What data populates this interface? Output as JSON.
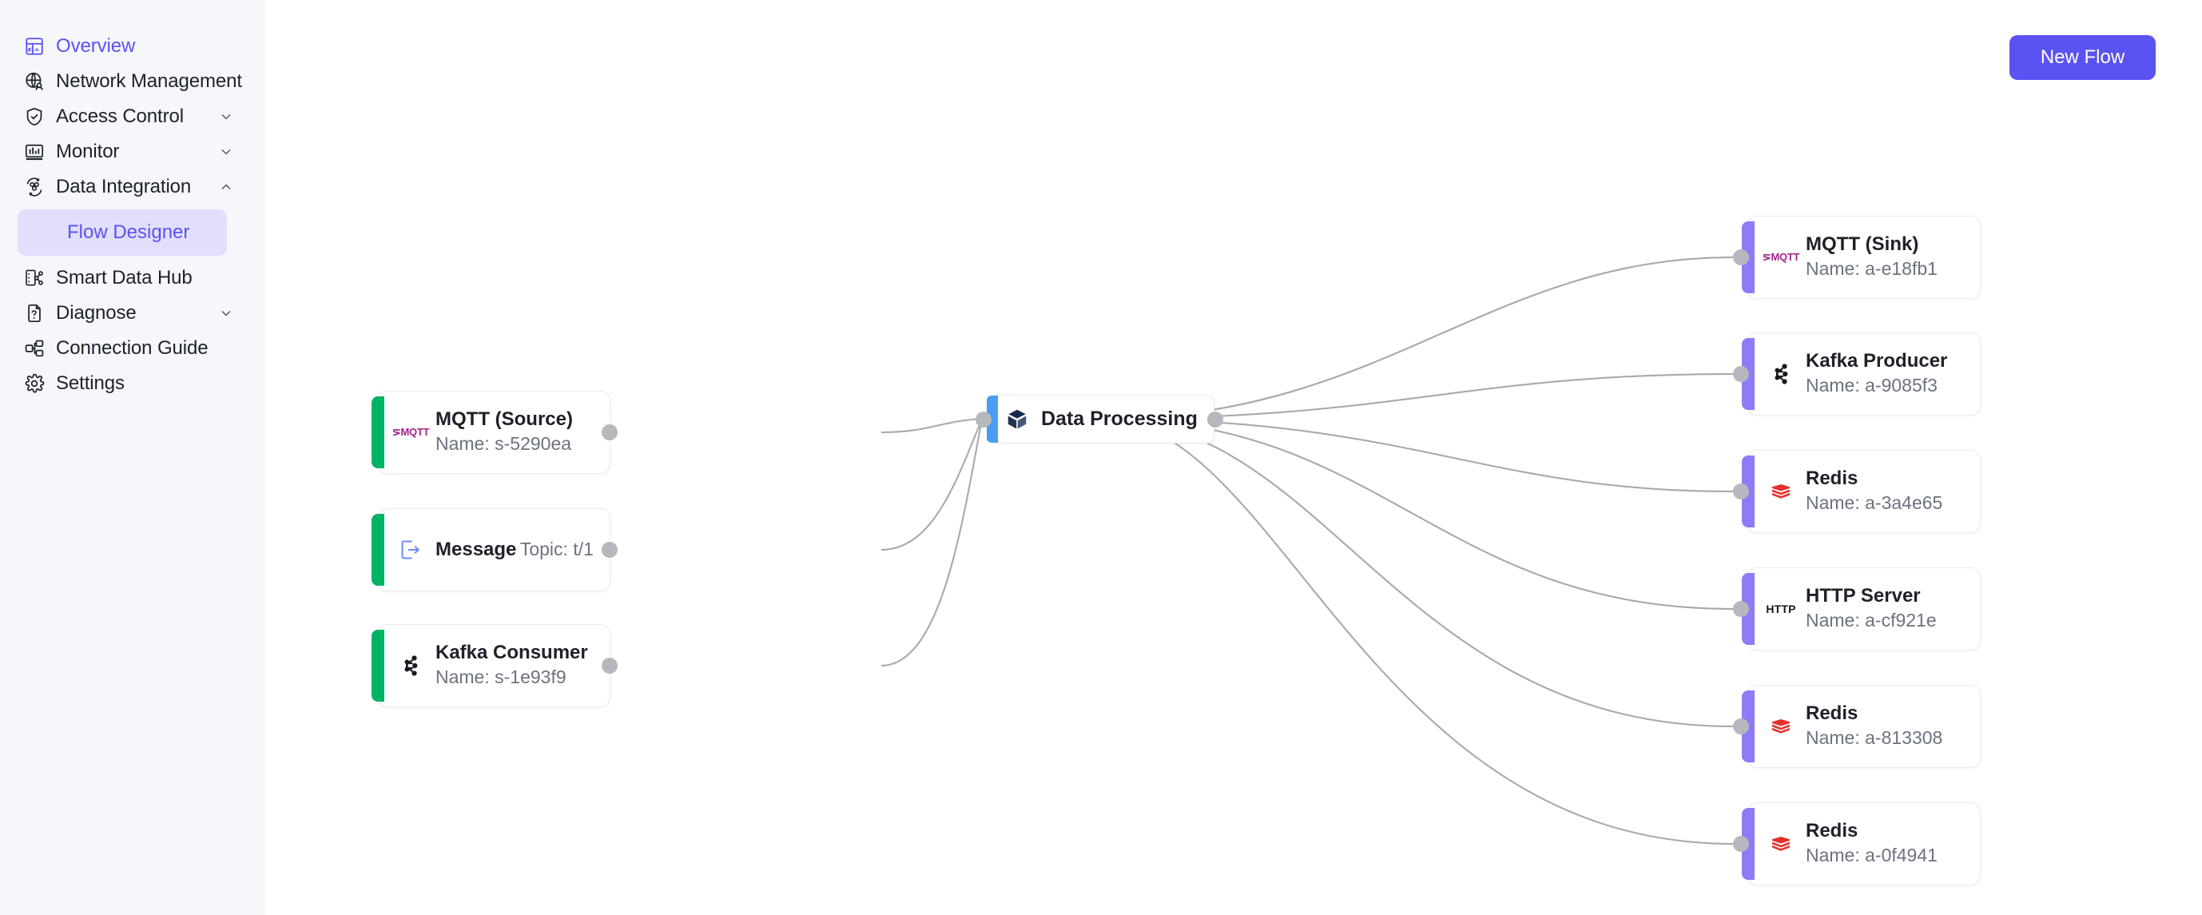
{
  "sidebar": {
    "items": [
      {
        "label": "Overview",
        "icon": "overview-icon",
        "active": true,
        "expandable": false
      },
      {
        "label": "Network Management",
        "icon": "globe-user-icon",
        "active": false,
        "expandable": false
      },
      {
        "label": "Access Control",
        "icon": "shield-check-icon",
        "active": false,
        "expandable": true,
        "chevron": "chevron-down-icon"
      },
      {
        "label": "Monitor",
        "icon": "monitor-chart-icon",
        "active": false,
        "expandable": true,
        "chevron": "chevron-down-icon"
      },
      {
        "label": "Data Integration",
        "icon": "data-integration-icon",
        "active": false,
        "expandable": true,
        "chevron": "chevron-up-icon"
      },
      {
        "label": "Smart Data Hub",
        "icon": "smart-data-hub-icon",
        "active": false,
        "expandable": false
      },
      {
        "label": "Diagnose",
        "icon": "diagnose-icon",
        "active": false,
        "expandable": true,
        "chevron": "chevron-down-icon"
      },
      {
        "label": "Connection Guide",
        "icon": "connection-guide-icon",
        "active": false,
        "expandable": false
      },
      {
        "label": "Settings",
        "icon": "gear-icon",
        "active": false,
        "expandable": false
      }
    ],
    "sub_items": [
      {
        "label": "Flow Designer",
        "parent": "Data Integration",
        "active": true
      }
    ]
  },
  "toolbar": {
    "new_flow_label": "New Flow"
  },
  "colors": {
    "accent": "#5b52f2",
    "sidebar_bg": "#f5f7fb",
    "sub_active_bg": "#e1dffb",
    "source_bar": "#00b365",
    "sink_bar": "#8c7cf6",
    "processing_bar": "#4a9cf5",
    "handle": "#b6b8bd",
    "edge": "#a8a8ae",
    "mqtt_logo": "#a0248c",
    "redis_logo": "#e8302a",
    "canvas_bg": "#ffffff"
  },
  "flow": {
    "sources": [
      {
        "title": "MQTT (Source)",
        "subtitle": "Name: s-5290ea",
        "icon": "mqtt-logo-icon"
      },
      {
        "title": "Message",
        "subtitle": "Topic: t/1",
        "icon": "message-out-icon"
      },
      {
        "title": "Kafka Consumer",
        "subtitle": "Name: s-1e93f9",
        "icon": "kafka-logo-icon"
      }
    ],
    "processor": {
      "title": "Data Processing",
      "icon": "cube-icon"
    },
    "sinks": [
      {
        "title": "MQTT (Sink)",
        "subtitle": "Name: a-e18fb1",
        "icon": "mqtt-logo-icon"
      },
      {
        "title": "Kafka Producer",
        "subtitle": "Name: a-9085f3",
        "icon": "kafka-logo-icon"
      },
      {
        "title": "Redis",
        "subtitle": "Name: a-3a4e65",
        "icon": "redis-logo-icon"
      },
      {
        "title": "HTTP Server",
        "subtitle": "Name: a-cf921e",
        "icon": "http-logo-icon"
      },
      {
        "title": "Redis",
        "subtitle": "Name: a-813308",
        "icon": "redis-logo-icon"
      },
      {
        "title": "Redis",
        "subtitle": "Name: a-0f4941",
        "icon": "redis-logo-icon"
      }
    ]
  }
}
